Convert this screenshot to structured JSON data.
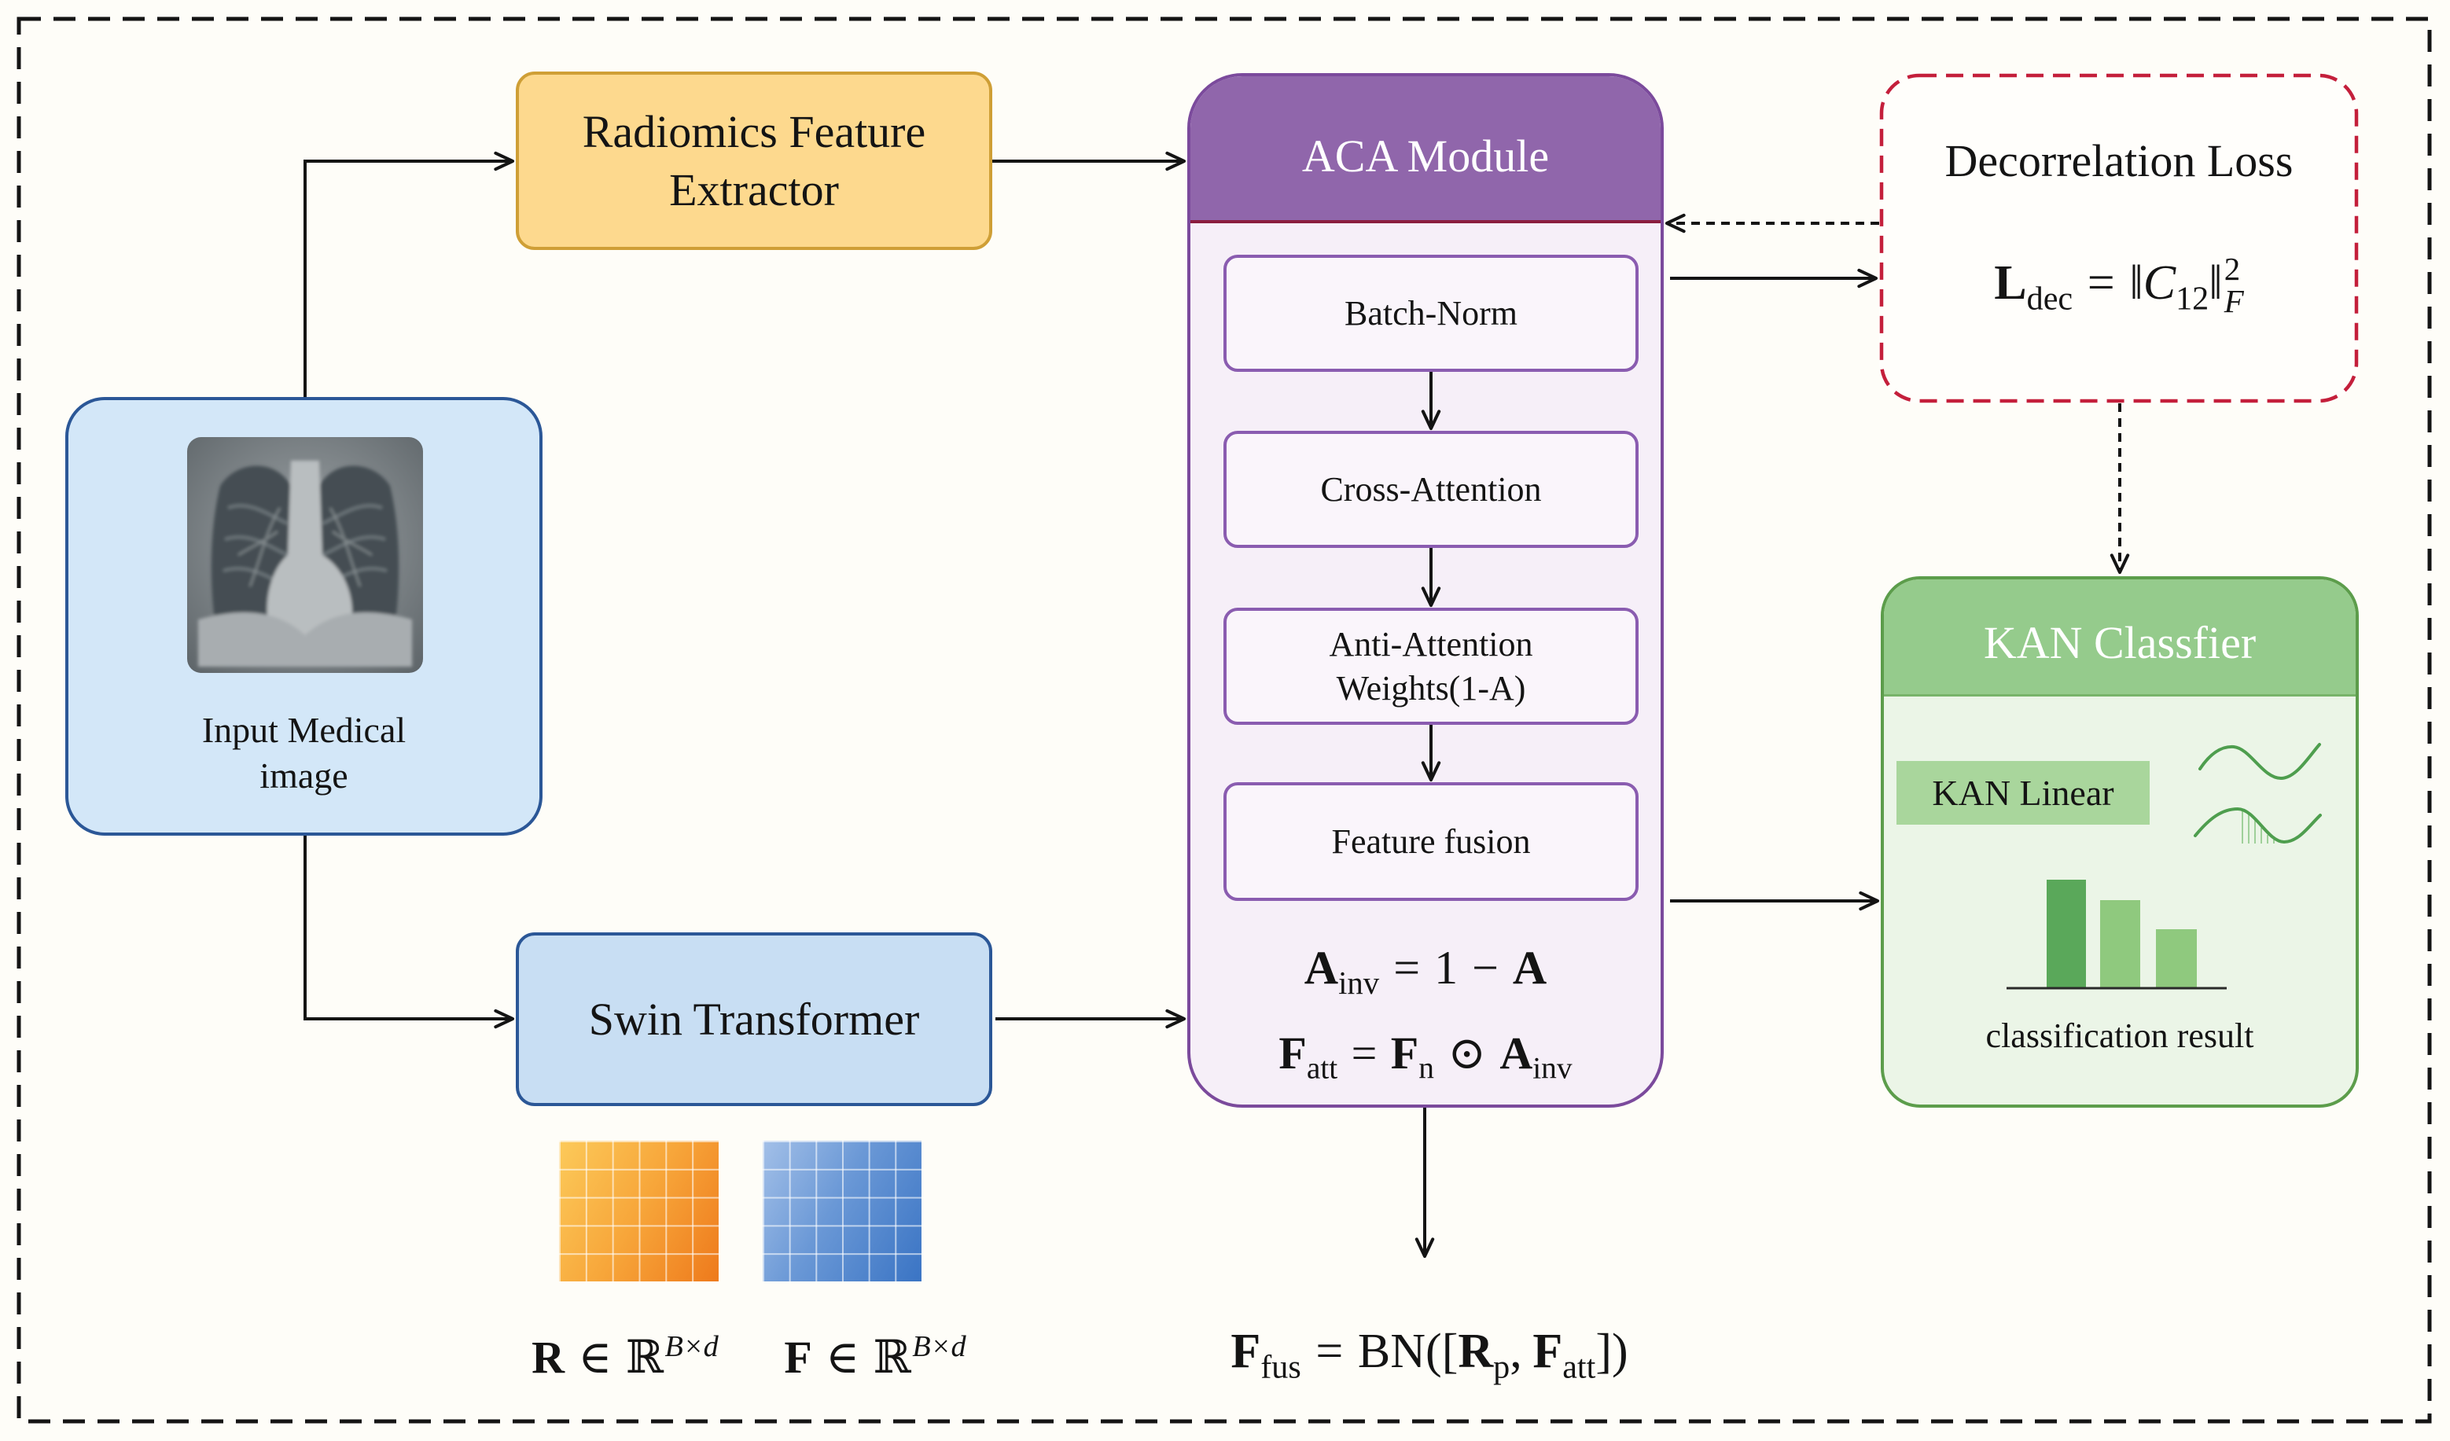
{
  "radiomics": {
    "lines": [
      "Radiomics Feature",
      "Extractor"
    ]
  },
  "input": {
    "lines": [
      "Input Medical",
      "image"
    ]
  },
  "swin": {
    "label": "Swin Transformer"
  },
  "aca": {
    "title": "ACA Module",
    "batch_norm": "Batch-Norm",
    "cross_attention": "Cross-Attention",
    "anti_attention": [
      "Anti-Attention",
      "Weights(1-A)"
    ],
    "feature_fusion": "Feature fusion",
    "formula_inv": [
      "A",
      "inv",
      "=",
      "1",
      "−",
      "A"
    ],
    "formula_att": [
      "F",
      "att",
      "=",
      "F",
      "n",
      "⊙",
      "A",
      "inv"
    ]
  },
  "decorrelation": {
    "title": "Decorrelation Loss",
    "formula": [
      "L",
      "dec",
      "=",
      "‖",
      "C",
      "12",
      "‖",
      "2",
      "F"
    ]
  },
  "kan": {
    "title": "KAN Classfier",
    "linear_label": "KAN Linear",
    "result_label": "classification result"
  },
  "dims": {
    "radiomics": [
      "R",
      "∈",
      "ℝ",
      "B×d"
    ],
    "deep": [
      "F",
      "∈",
      "ℝ",
      "B×d"
    ]
  },
  "fusion_formula": [
    "F",
    "fus",
    "=",
    "BN([",
    "R",
    "p",
    ",",
    "F",
    "att",
    "])"
  ],
  "icons": {
    "input_image": "chest-xray-image",
    "classifier_waves": "spline-wave-icon",
    "classifier_bars": "bar-chart-icon",
    "radiomics_matrix": "feature-matrix-icon",
    "deep_matrix": "feature-matrix-icon"
  },
  "colors": {
    "radiomics-fill": "#fdd98e",
    "radiomics-border": "#cf9f36",
    "input-fill": "#d3e7f8",
    "swin-fill": "#c8def3",
    "blue-border": "#2b5797",
    "aca-header": "#9066ab",
    "aca-border": "#7b4a9c",
    "aca-body": "#f6eff8",
    "step-border": "#8a5cb0",
    "decorr-border": "#c41f3b",
    "kan-header": "#95cb8c",
    "kan-border": "#5c9d4b",
    "kan-body": "#ebf5e7",
    "kan-label": "#a9d69c"
  }
}
